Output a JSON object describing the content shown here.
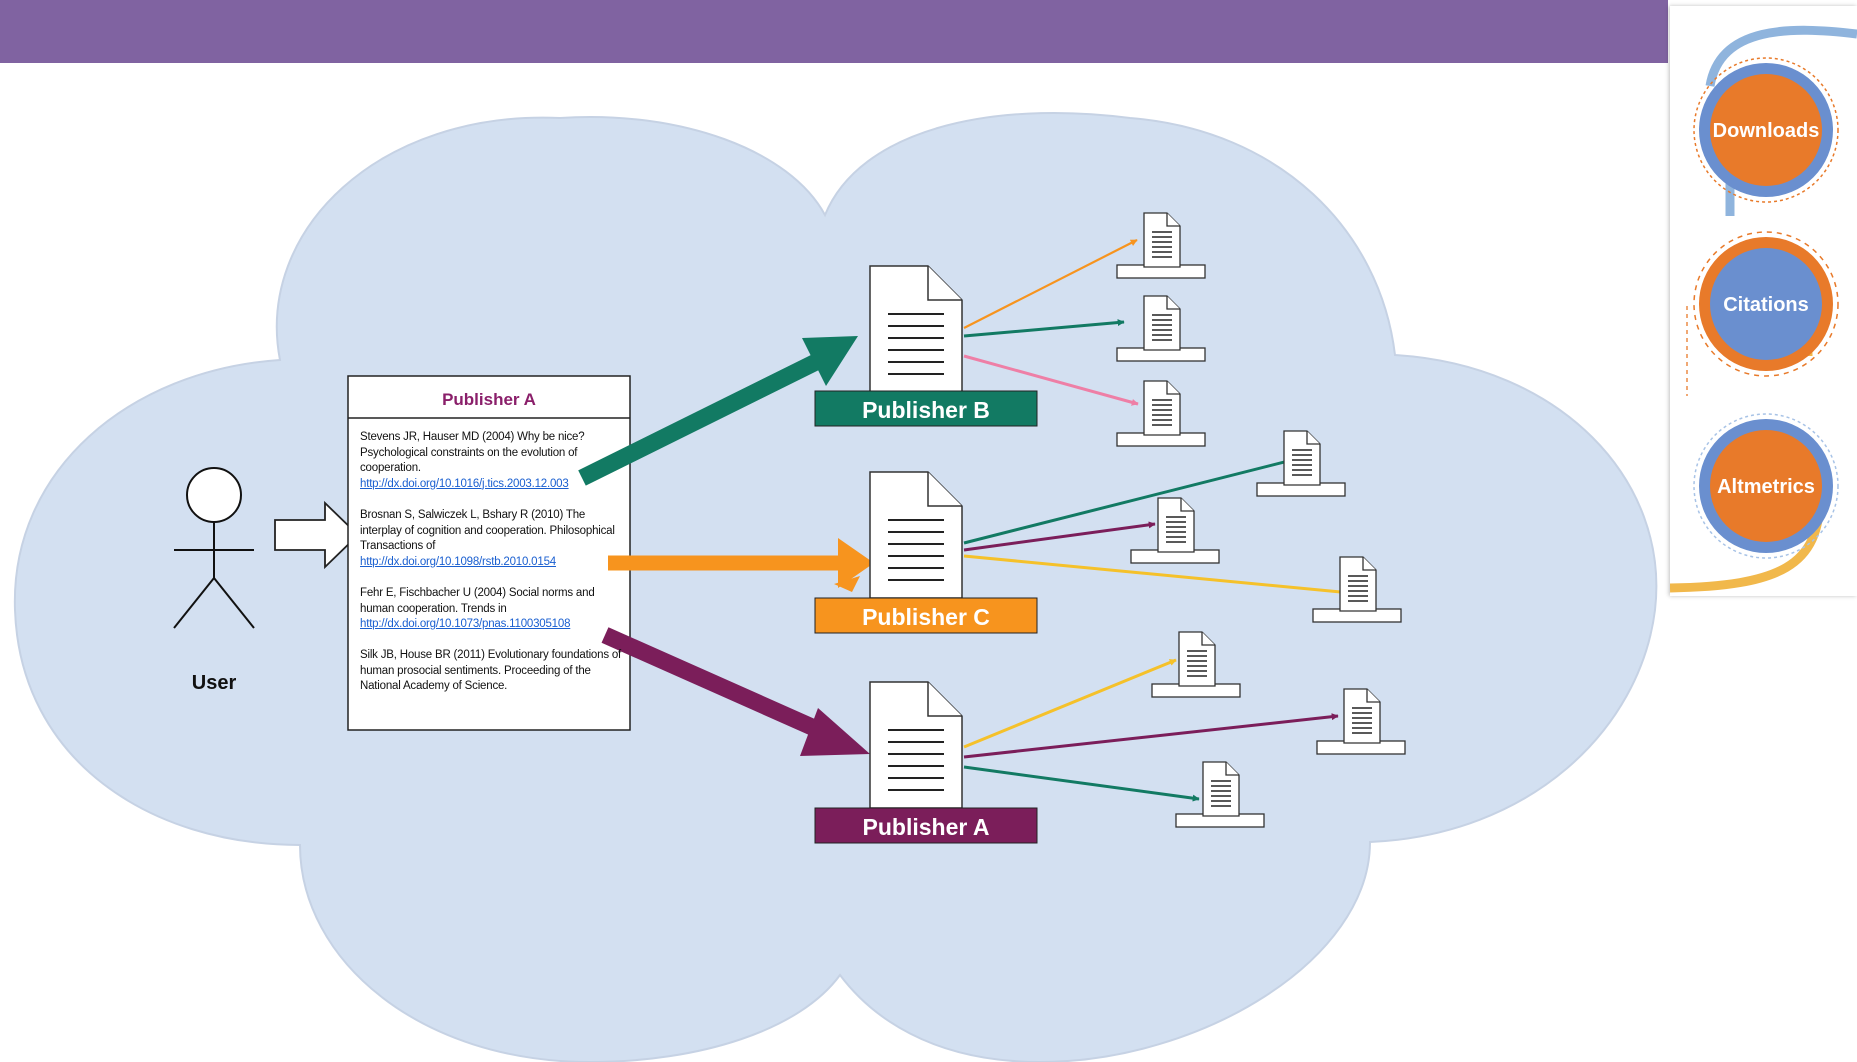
{
  "user": {
    "label": "User"
  },
  "reference_list": {
    "header": "Publisher A",
    "entries": [
      {
        "text": "Stevens JR, Hauser MD (2004) Why be nice? Psychological constraints on the evolution of cooperation.",
        "link": "http://dx.doi.org/10.1016/j.tics.2003.12.003"
      },
      {
        "text": "Brosnan S, Salwiczek L, Bshary R (2010) The interplay of cognition and cooperation. Philosophical Transactions of",
        "link": "http://dx.doi.org/10.1098/rstb.2010.0154"
      },
      {
        "text": "Fehr E, Fischbacher U (2004) Social norms and human cooperation. Trends in",
        "link": "http://dx.doi.org/10.1073/pnas.1100305108"
      },
      {
        "text": "Silk JB, House BR (2011) Evolutionary foundations of human prosocial sentiments. Proceeding of the National Academy of Science.",
        "link": ""
      }
    ]
  },
  "publishers": {
    "b": {
      "label": "Publisher B",
      "color": "#127a63"
    },
    "c": {
      "label": "Publisher C",
      "color": "#f7941e"
    },
    "a": {
      "label": "Publisher A",
      "color": "#7b1e5a"
    }
  },
  "metrics": {
    "downloads": "Downloads",
    "citations": "Citations",
    "altmetrics": "Altmetrics"
  },
  "colors": {
    "header_bar": "#8063a1",
    "cloud": "#d3e0f1",
    "teal": "#127a63",
    "orange": "#f7941e",
    "purple": "#7b1e5a",
    "pink": "#ee7fa6",
    "yellow": "#f5c12a",
    "metric_orange": "#e87a2a",
    "metric_blue": "#6a8fcf"
  }
}
